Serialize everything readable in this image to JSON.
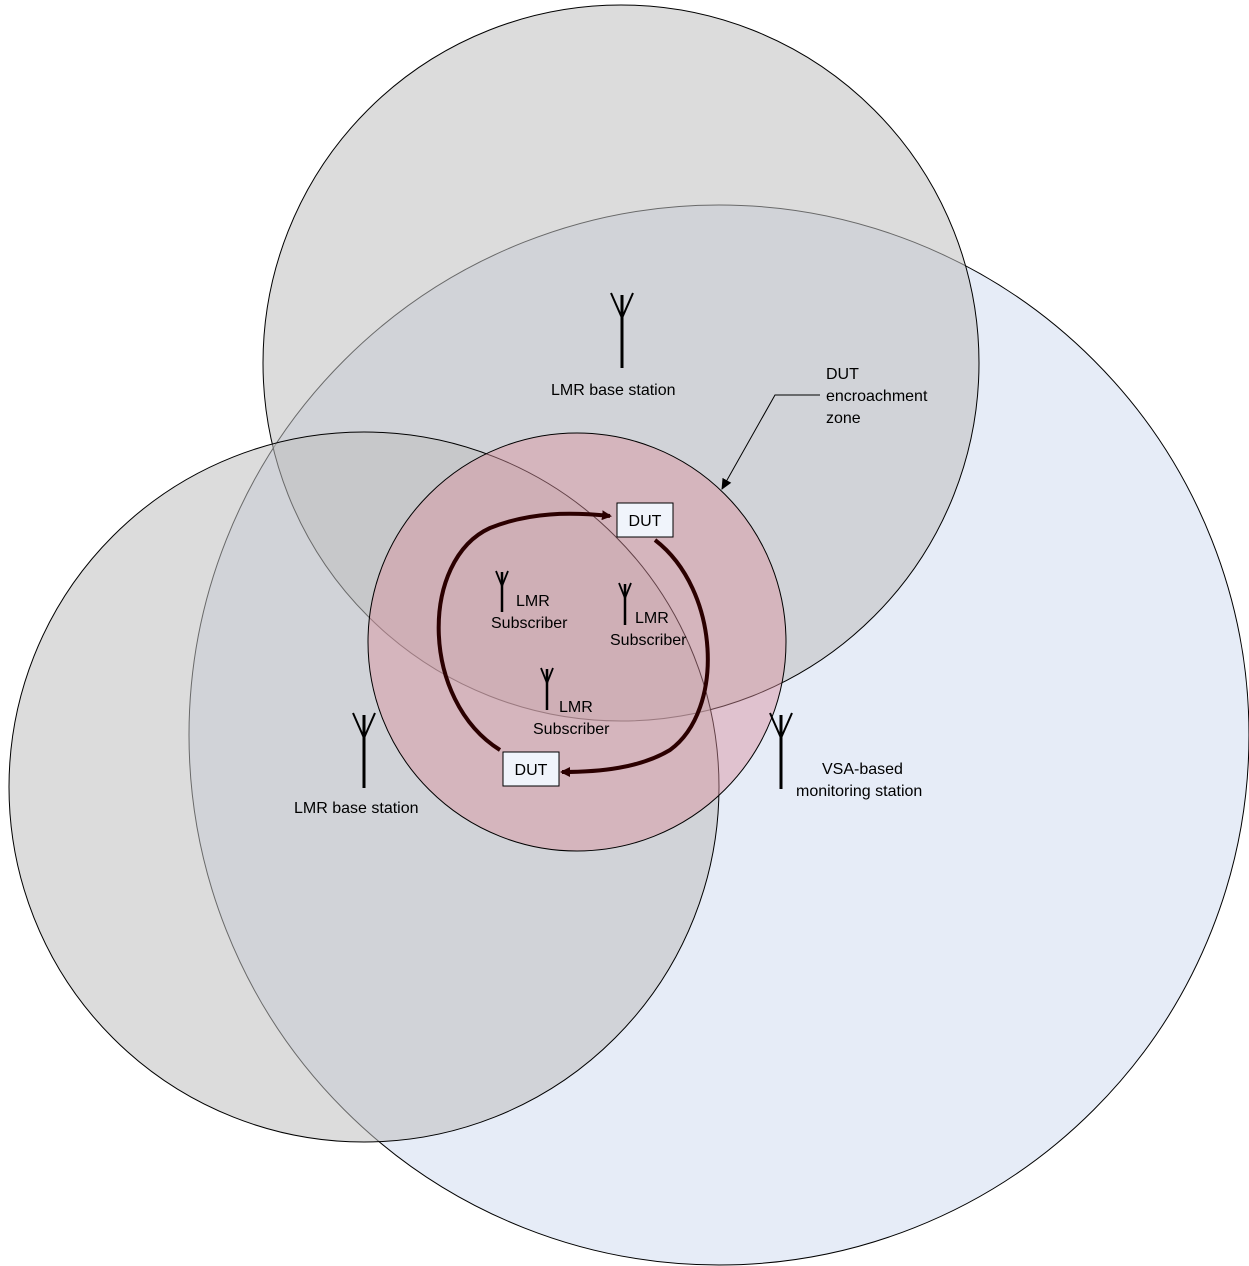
{
  "colors": {
    "vsa_coverage": "#dbe4f3",
    "lmr_coverage": "#c8c8c8",
    "encroachment_zone": "#e0a9b4",
    "path_arrow": "#2b0000",
    "dut_box_fill": "#f0f4fb"
  },
  "labels": {
    "lmr_base_station_top": "LMR base station",
    "lmr_base_station_left": "LMR base station",
    "dut_zone_line1": "DUT",
    "dut_zone_line2": "encroachment",
    "dut_zone_line3": "zone",
    "vsa_line1": "VSA-based",
    "vsa_line2": "monitoring station",
    "dut_top": "DUT",
    "dut_bottom": "DUT",
    "sub1_line1": "LMR",
    "sub1_line2": "Subscriber",
    "sub2_line1": "LMR",
    "sub2_line2": "Subscriber",
    "sub3_line1": "LMR",
    "sub3_line2": "Subscriber"
  },
  "icons": {
    "antenna": "antenna-icon"
  }
}
